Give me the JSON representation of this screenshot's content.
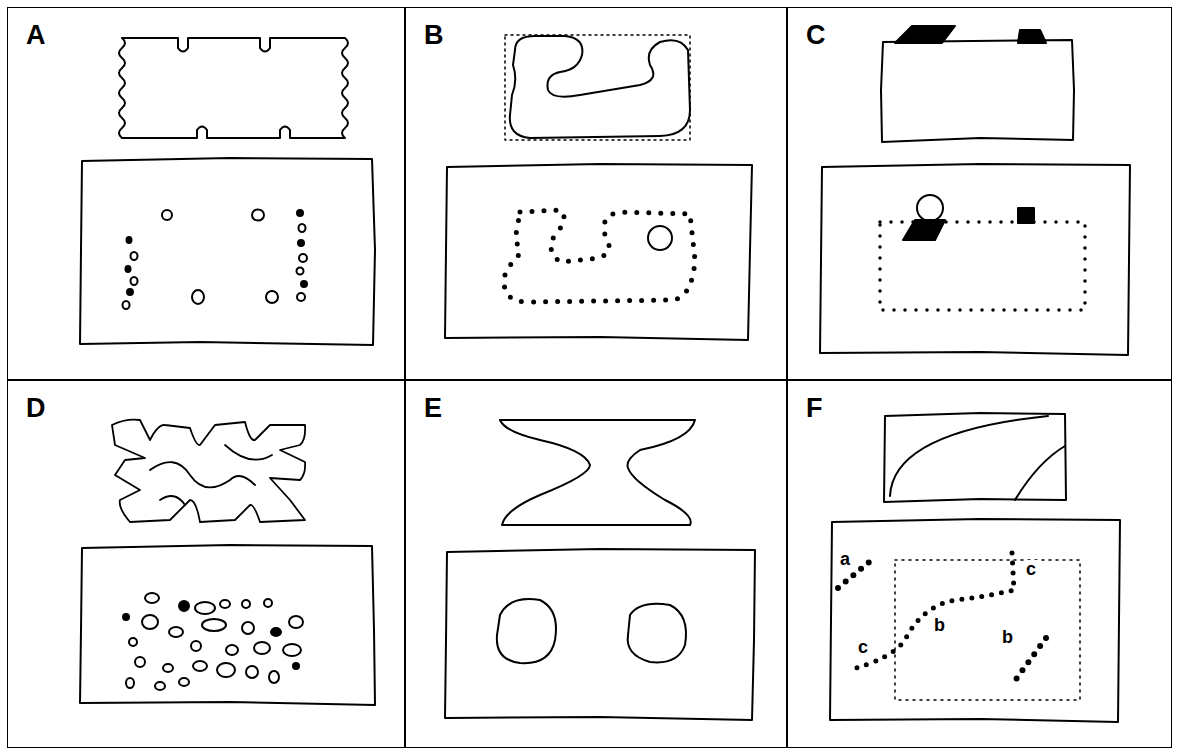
{
  "diagram": {
    "nodes": [
      {
        "text": [
          "A"
        ]
      },
      {
        "text": [
          "B"
        ]
      },
      {
        "text": [
          "C"
        ]
      },
      {
        "text": [
          "D"
        ]
      },
      {
        "text": [
          "E"
        ]
      },
      {
        "text": [
          "F"
        ]
      }
    ],
    "labels": [
      "a",
      "c",
      "b",
      "b",
      "c"
    ]
  }
}
